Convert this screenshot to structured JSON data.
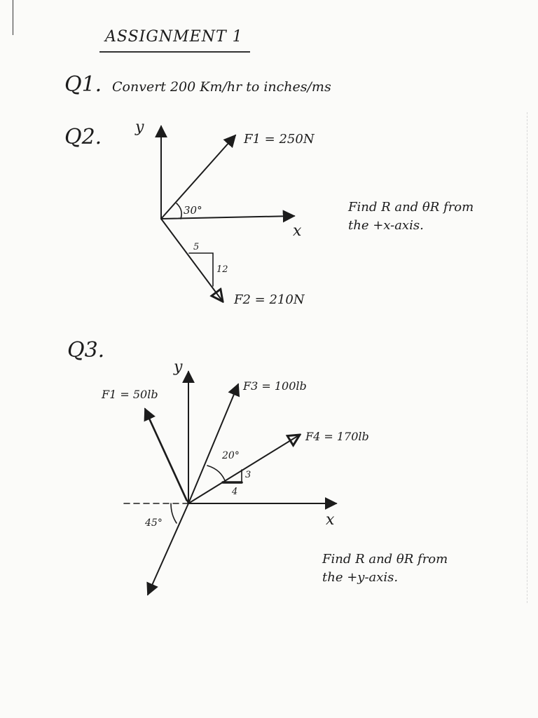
{
  "title": "ASSIGNMENT 1",
  "q1": {
    "label": "Q1.",
    "text": "Convert 200 Km/hr to inches/ms"
  },
  "q2": {
    "label": "Q2.",
    "y_axis": "y",
    "x_axis": "x",
    "angle": "30°",
    "f1": "F1 = 250N",
    "f2": "F2 = 210N",
    "slope_run": "5",
    "slope_rise": "12",
    "note_line1": "Find R and θR from",
    "note_line2": "the +x-axis."
  },
  "q3": {
    "label": "Q3.",
    "y_axis": "y",
    "x_axis": "x",
    "f1": "F1 = 50lb",
    "f3": "F3 = 100lb",
    "f4": "F4 = 170lb",
    "angle_20": "20°",
    "angle_45": "45°",
    "slope_run": "4",
    "slope_rise": "3",
    "note_line1": "Find R and θR from",
    "note_line2": "the +y-axis."
  }
}
